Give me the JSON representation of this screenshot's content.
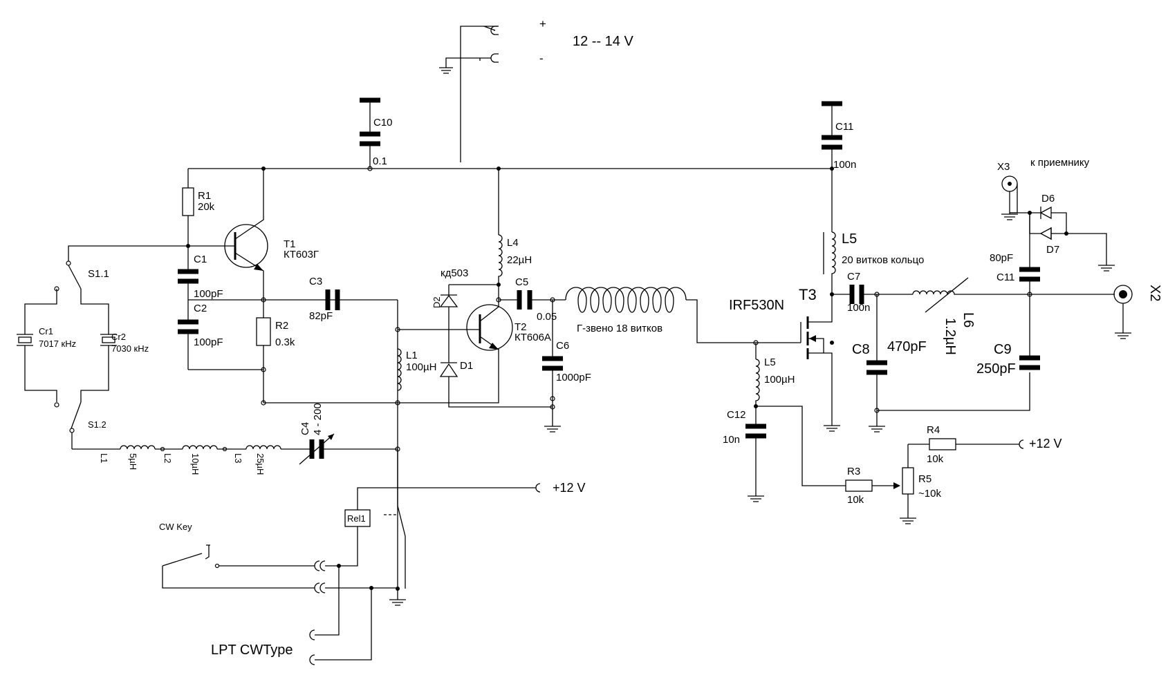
{
  "supply": {
    "plus": "+",
    "minus": "-",
    "voltage": "12 -- 14 V"
  },
  "caps": {
    "c10": {
      "name": "C10",
      "value": "0.1"
    },
    "c11_top": {
      "name": "C11",
      "value": "100n"
    },
    "c1": {
      "name": "C1",
      "value": "100pF"
    },
    "c2": {
      "name": "C2",
      "value": "100pF"
    },
    "c3": {
      "name": "C3",
      "value": "82pF"
    },
    "c4": {
      "name": "C4",
      "value": "4 - 200"
    },
    "c5": {
      "name": "C5",
      "value": "0.05"
    },
    "c6": {
      "name": "C6",
      "value": "1000pF"
    },
    "c7": {
      "name": "C7",
      "value": "100n"
    },
    "c8": {
      "name": "C8",
      "value": "470pF"
    },
    "c9": {
      "name": "C9",
      "value": "250pF"
    },
    "c11_out": {
      "name": "C11",
      "value": "80pF"
    },
    "c12": {
      "name": "C12",
      "value": "10n"
    }
  },
  "resistors": {
    "r1": {
      "name": "R1",
      "value": "20k"
    },
    "r2": {
      "name": "R2",
      "value": "0.3k"
    },
    "r3": {
      "name": "R3",
      "value": "10k"
    },
    "r4": {
      "name": "R4",
      "value": "10k"
    },
    "r5": {
      "name": "R5",
      "value": "~10k"
    }
  },
  "transistors": {
    "t1": {
      "name": "T1",
      "type": "КТ603Г"
    },
    "t2": {
      "name": "T2",
      "type": "КТ606А"
    },
    "t3": {
      "name": "T3",
      "type": "IRF530N"
    }
  },
  "inductors": {
    "l1": {
      "name": "L1",
      "value": "100µH"
    },
    "l4": {
      "name": "L4",
      "value": "22µH"
    },
    "l5_top": {
      "name": "L5",
      "value": "20 витков кольцо"
    },
    "l5_bot": {
      "name": "L5",
      "value": "100µH"
    },
    "l6": {
      "name": "L6",
      "value": "1.2µH"
    },
    "pi_net": {
      "value": "Г-звено 18 витков"
    },
    "ls1": {
      "name": "L1",
      "value": "5µH"
    },
    "ls2": {
      "name": "L2",
      "value": "10µH"
    },
    "ls3": {
      "name": "L3",
      "value": "25µH"
    }
  },
  "crystals": {
    "cr1": {
      "name": "Cr1",
      "value": "7017 кHz"
    },
    "cr2": {
      "name": "Cr2",
      "value": "7030 кHz"
    }
  },
  "switches": {
    "s11": "S1.1",
    "s12": "S1.2"
  },
  "diodes": {
    "d1": "D1",
    "d2": "D2",
    "d2_type": "кд503",
    "d6": "D6",
    "d7": "D7"
  },
  "connectors": {
    "x2": "X2",
    "x3": "X3",
    "x3_note": "к приемнику"
  },
  "misc": {
    "relay": "Rel1",
    "cw_key": "CW Key",
    "lpt": "LPT CWType",
    "plus12_a": "+12  V",
    "plus12_b": "+12  V"
  }
}
